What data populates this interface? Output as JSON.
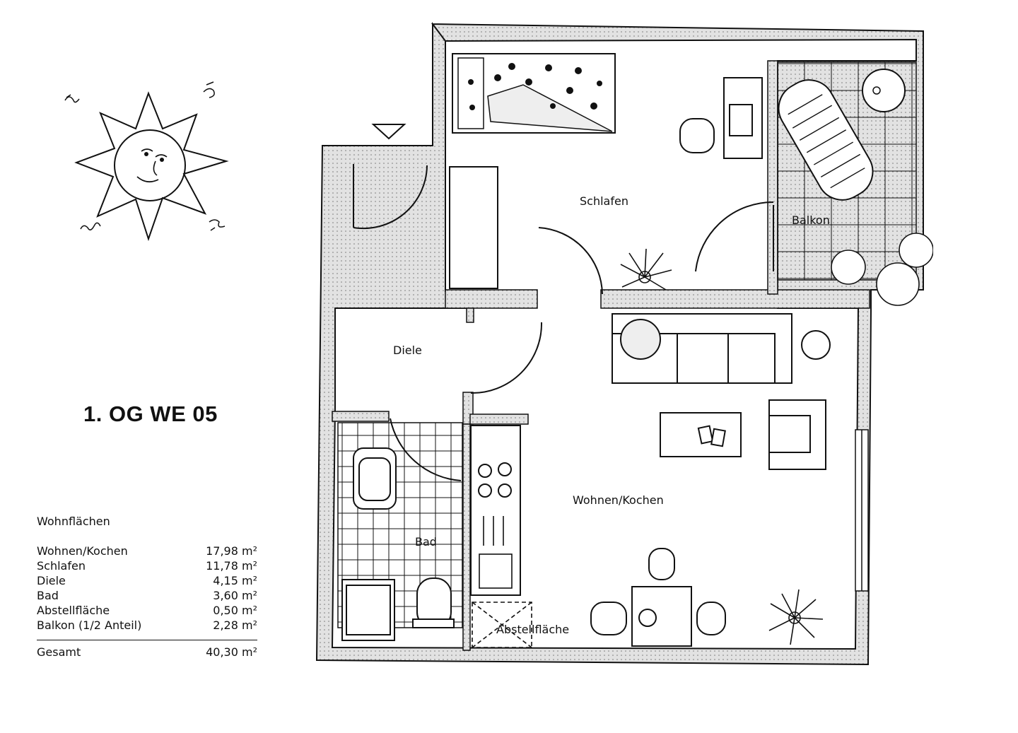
{
  "unit": {
    "title": "1. OG WE 05"
  },
  "rooms": {
    "schlafen": "Schlafen",
    "balkon": "Balkon",
    "diele": "Diele",
    "bad": "Bad",
    "wohnen_kochen": "Wohnen/Kochen",
    "abstellflaeche": "Abstellfläche"
  },
  "areas": {
    "heading": "Wohnflächen",
    "unit": "m²",
    "rows": [
      {
        "label": "Wohnen/Kochen",
        "value": "17,98 m²"
      },
      {
        "label": "Schlafen",
        "value": "11,78 m²"
      },
      {
        "label": "Diele",
        "value": "4,15 m²"
      },
      {
        "label": "Bad",
        "value": "3,60 m²"
      },
      {
        "label": "Abstellfläche",
        "value": "0,50 m²"
      },
      {
        "label": "Balkon (1/2 Anteil)",
        "value": "2,28 m²"
      }
    ],
    "total": {
      "label": "Gesamt",
      "value": "40,30 m²"
    }
  },
  "icons": [
    "sun-icon",
    "entrance-triangle-icon",
    "plant-icon",
    "bed-icon",
    "desk-icon",
    "sofa-icon",
    "armchair-icon",
    "dining-table-icon",
    "stove-icon",
    "sink-icon",
    "toilet-icon",
    "shower-icon",
    "washbasin-icon",
    "lounger-icon"
  ],
  "colors": {
    "line": "#111111",
    "wall_fill": "#d9d9d9",
    "background": "#ffffff"
  }
}
